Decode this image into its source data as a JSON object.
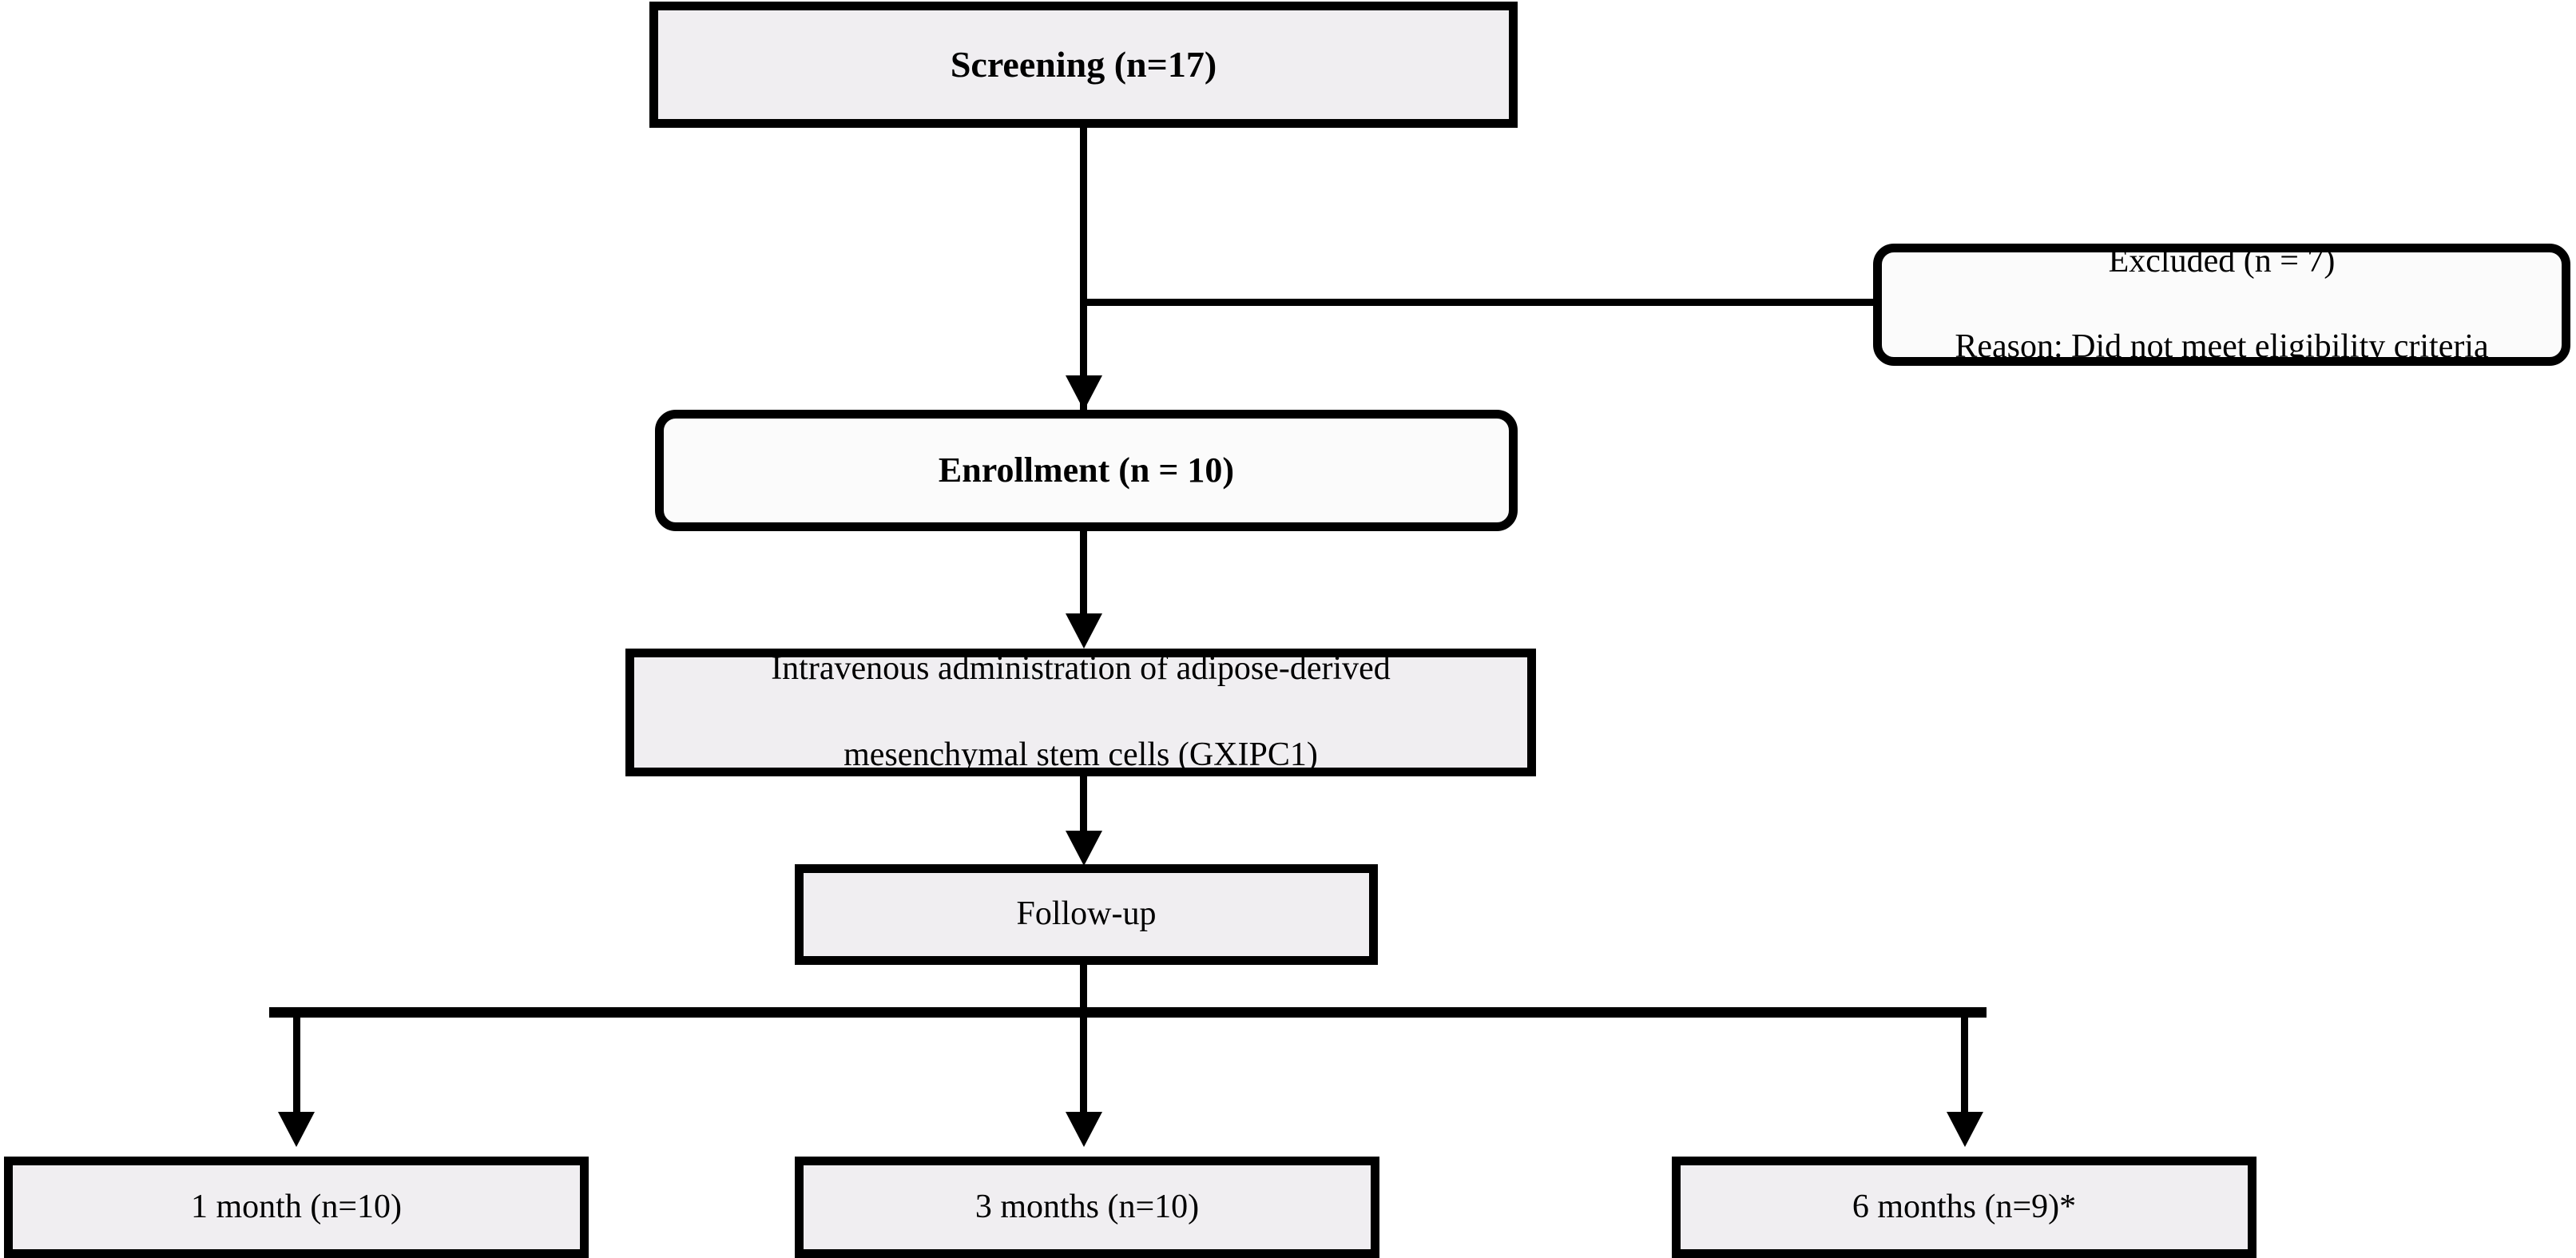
{
  "diagram": {
    "type": "consort-flow-diagram",
    "title": "Clinical trial participant flow",
    "colors": {
      "box_fill_gray": "#f0eef1",
      "box_fill_white": "#fbfbfb",
      "border": "#000000",
      "background": "#ffffff",
      "text": "#000000"
    },
    "nodes": {
      "screening": {
        "label": "Screening (n=17)",
        "shape": "rectangle",
        "bold": true,
        "n": 17
      },
      "excluded": {
        "line1": "Excluded (n = 7)",
        "line2": "Reason: Did not meet eligibility criteria",
        "shape": "rounded-rectangle",
        "bold": false,
        "n": 7
      },
      "enrollment": {
        "label": "Enrollment (n = 10)",
        "shape": "rounded-rectangle",
        "bold": true,
        "n": 10
      },
      "treatment": {
        "line1": "Intravenous administration of adipose-derived",
        "line2": "mesenchymal stem cells (GXIPC1)",
        "shape": "rectangle",
        "bold": false
      },
      "followup": {
        "label": "Follow-up",
        "shape": "rectangle",
        "bold": false
      },
      "month1": {
        "label": "1 month (n=10)",
        "shape": "rectangle",
        "n": 10
      },
      "month3": {
        "label": "3 months (n=10)",
        "shape": "rectangle",
        "n": 10
      },
      "month6": {
        "label": "6 months (n=9)*",
        "shape": "rectangle",
        "n": 9,
        "footnote_marker": "*"
      }
    },
    "edges": [
      {
        "from": "screening",
        "to": "enrollment",
        "style": "arrow-down"
      },
      {
        "from": "screening",
        "to": "excluded",
        "style": "elbow-right"
      },
      {
        "from": "enrollment",
        "to": "treatment",
        "style": "arrow-down"
      },
      {
        "from": "treatment",
        "to": "followup",
        "style": "arrow-down"
      },
      {
        "from": "followup",
        "to": "month1",
        "style": "branch-arrow-down"
      },
      {
        "from": "followup",
        "to": "month3",
        "style": "branch-arrow-down"
      },
      {
        "from": "followup",
        "to": "month6",
        "style": "branch-arrow-down"
      }
    ]
  }
}
